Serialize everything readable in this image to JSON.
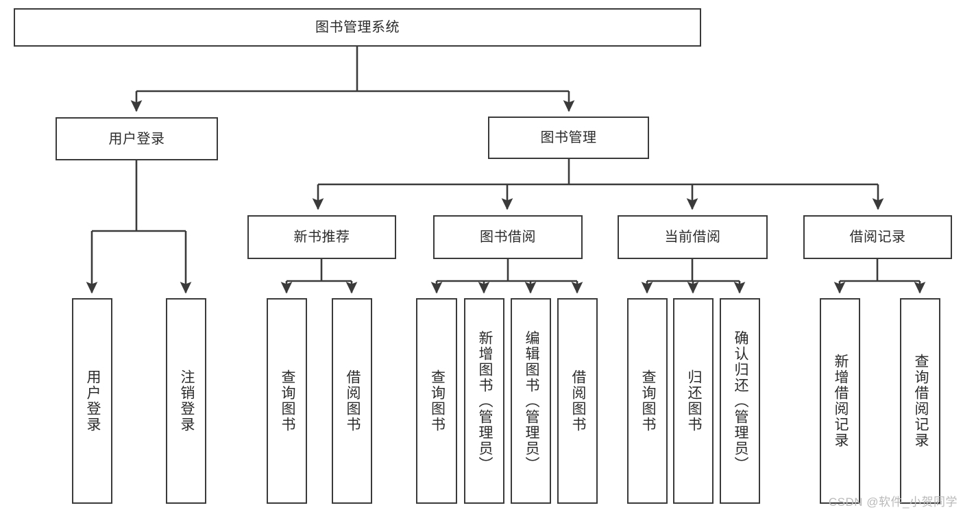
{
  "diagram": {
    "type": "org-chart",
    "orientation": "top-down",
    "root": {
      "label": "图书管理系统"
    },
    "level2": [
      {
        "label": "用户登录"
      },
      {
        "label": "图书管理"
      }
    ],
    "level3": [
      {
        "label": "新书推荐"
      },
      {
        "label": "图书借阅"
      },
      {
        "label": "当前借阅"
      },
      {
        "label": "借阅记录"
      }
    ],
    "leaves": {
      "user_login": [
        {
          "label": "用户登录"
        },
        {
          "label": "注销登录"
        }
      ],
      "new_book_recommend": [
        {
          "label": "查询图书"
        },
        {
          "label": "借阅图书"
        }
      ],
      "book_borrow": [
        {
          "label": "查询图书"
        },
        {
          "label": "新增图书（管理员）"
        },
        {
          "label": "编辑图书（管理员）"
        },
        {
          "label": "借阅图书"
        }
      ],
      "current_borrow": [
        {
          "label": "查询图书"
        },
        {
          "label": "归还图书"
        },
        {
          "label": "确认归还（管理员）"
        }
      ],
      "borrow_record": [
        {
          "label": "新增借阅记录"
        },
        {
          "label": "查询借阅记录"
        }
      ]
    }
  },
  "watermark": {
    "text": "CSDN @软件_小贺同学"
  },
  "colors": {
    "stroke": "#3a3a3a",
    "text": "#2b2b2b",
    "background": "#ffffff",
    "watermark": "#b9b9b9"
  }
}
